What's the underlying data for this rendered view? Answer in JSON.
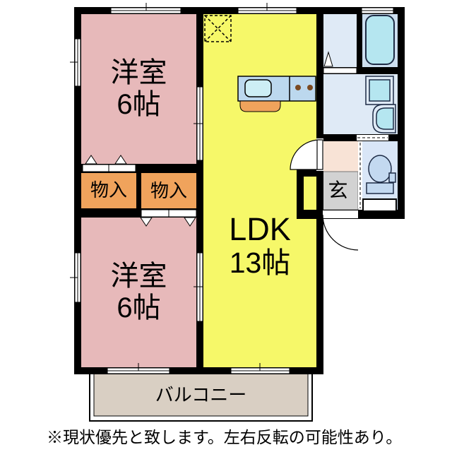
{
  "floorplan": {
    "rooms": {
      "bedroom1": {
        "name": "洋室",
        "size": "6帖"
      },
      "bedroom2": {
        "name": "洋室",
        "size": "6帖"
      },
      "ldk": {
        "name": "LDK",
        "size": "13帖"
      },
      "closet1": {
        "label": "物入"
      },
      "closet2": {
        "label": "物入"
      },
      "entrance": {
        "label": "玄"
      },
      "balcony": {
        "label": "バルコニー"
      }
    },
    "fixture_icons": [
      "bathtub-icon",
      "kitchen-sink-icon",
      "stove-burners-icon",
      "washing-machine-pan-icon",
      "vanity-sink-icon",
      "toilet-icon",
      "ceiling-hatch-icon",
      "door-swing-icon",
      "entrance-door-swing-icon",
      "window-icon",
      "sliding-door-icon"
    ],
    "colors": {
      "wall": "#000000",
      "bedroom_pink": "#e7b9ba",
      "ldk_yellow": "#f6f869",
      "closet_orange": "#f0a35c",
      "kitchen_counter_blue": "#bcd8ee",
      "fixture_cyan": "#b5e6f0",
      "washroom_blue": "#dfeaf6",
      "bathroom_blue": "#cddff0",
      "toilet_room_blue": "#d9e6f7",
      "toilet_fixture_blue": "#c3d9f0",
      "entrance_gray": "#d2d2d2",
      "hall_peach": "#f8e3d6",
      "balcony_tan": "#d9cfc3"
    }
  },
  "note": {
    "text": "※現状優先と致します。左右反転の可能性あり。"
  }
}
